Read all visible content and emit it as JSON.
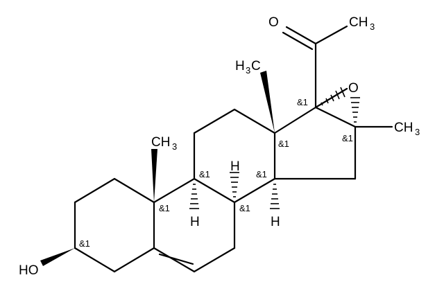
{
  "molecule": {
    "atom_labels": {
      "oxygen_ketone": "O",
      "methyl_acetyl": "CH",
      "methyl_acetyl_sub": "3",
      "methyl_c13_h": "H",
      "methyl_c13_c": "C",
      "methyl_c13_sub": "3",
      "epoxide_oxygen": "O",
      "methyl_c10": "CH",
      "methyl_c10_sub": "3",
      "methyl_c16": "CH",
      "methyl_c16_sub": "3",
      "hydroxyl": "HO",
      "h_c8": "H",
      "h_c9": "H",
      "h_c14": "H"
    },
    "stereo_marker": "&1"
  }
}
